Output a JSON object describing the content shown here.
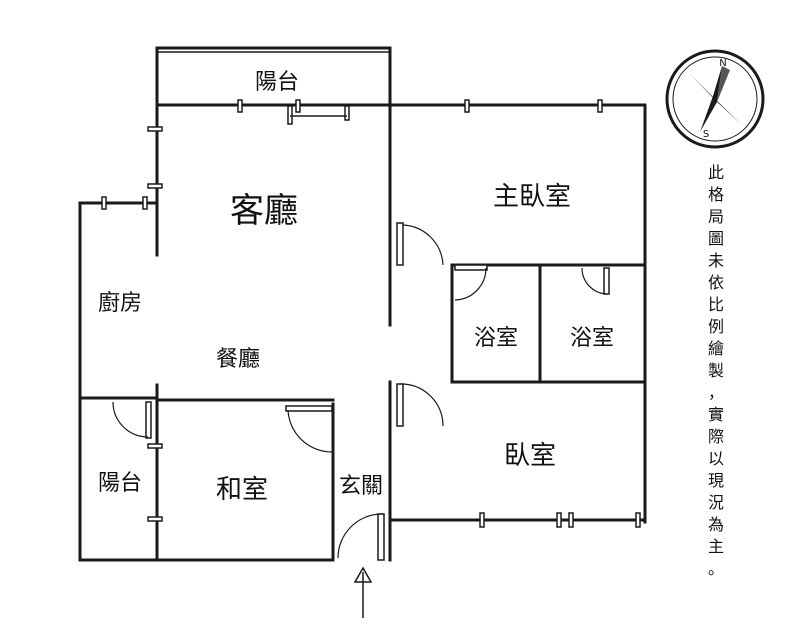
{
  "rooms": {
    "balcony_top": "陽台",
    "living_room": "客廳",
    "master_bedroom": "主臥室",
    "kitchen": "廚房",
    "dining_room": "餐廳",
    "bathroom_left": "浴室",
    "bathroom_right": "浴室",
    "balcony_left": "陽台",
    "tatami_room": "和室",
    "entrance": "玄關",
    "bedroom": "臥室"
  },
  "compass": {
    "north": "N",
    "south": "S"
  },
  "note_chars": [
    "此",
    "格",
    "局",
    "圖",
    "未",
    "依",
    "比",
    "例",
    "繪",
    "製",
    "，",
    "實",
    "際",
    "以",
    "現",
    "況",
    "為",
    "主",
    "。"
  ],
  "colors": {
    "line": "#1a1a1a",
    "background": "#ffffff"
  }
}
